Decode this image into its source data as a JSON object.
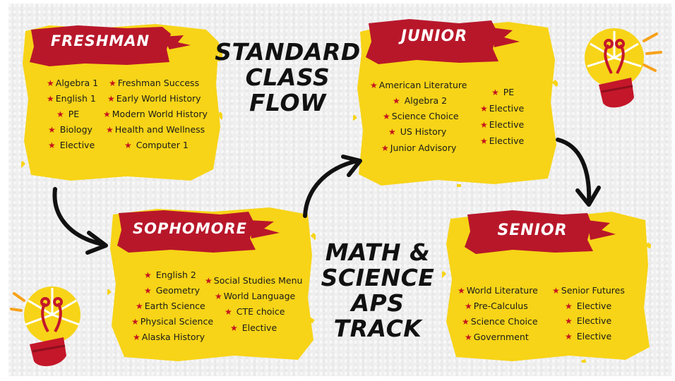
{
  "colors": {
    "yellow": "#f7d417",
    "red": "#b8172a",
    "ink": "#111111",
    "star": "#c4121c",
    "bulb": "#f7d417",
    "bulb_base": "#c4172a"
  },
  "titles": {
    "standard": [
      "STANDARD",
      "CLASS",
      "FLOW"
    ],
    "math": [
      "MATH &",
      "SCIENCE",
      "APS",
      "TRACK"
    ]
  },
  "freshman": {
    "label": "FRESHMAN",
    "col1": [
      "Algebra 1",
      "English 1",
      "PE",
      "Biology",
      "Elective"
    ],
    "col2": [
      "Freshman Success",
      "Early World History",
      "Modern World History",
      "Health and Wellness",
      "Computer 1"
    ]
  },
  "sophomore": {
    "label": "SOPHOMORE",
    "col1": [
      "English 2",
      "Geometry",
      "Earth Science",
      "Physical Science",
      "Alaska History"
    ],
    "col2": [
      "Social Studies Menu",
      "World Language",
      "CTE choice",
      "Elective"
    ]
  },
  "junior": {
    "label": "JUNIOR",
    "col1": [
      "American Literature",
      "Algebra 2",
      "Science Choice",
      "US History",
      "Junior Advisory"
    ],
    "col2": [
      "PE",
      "Elective",
      "Elective",
      "Elective"
    ]
  },
  "senior": {
    "label": "SENIOR",
    "col1": [
      "World Literature",
      "Pre-Calculus",
      "Science Choice",
      "Government"
    ],
    "col2": [
      "Senior Futures",
      "Elective",
      "Elective",
      "Elective"
    ]
  },
  "icons": [
    "lightbulb-icon",
    "arrow-icon",
    "star-icon"
  ]
}
